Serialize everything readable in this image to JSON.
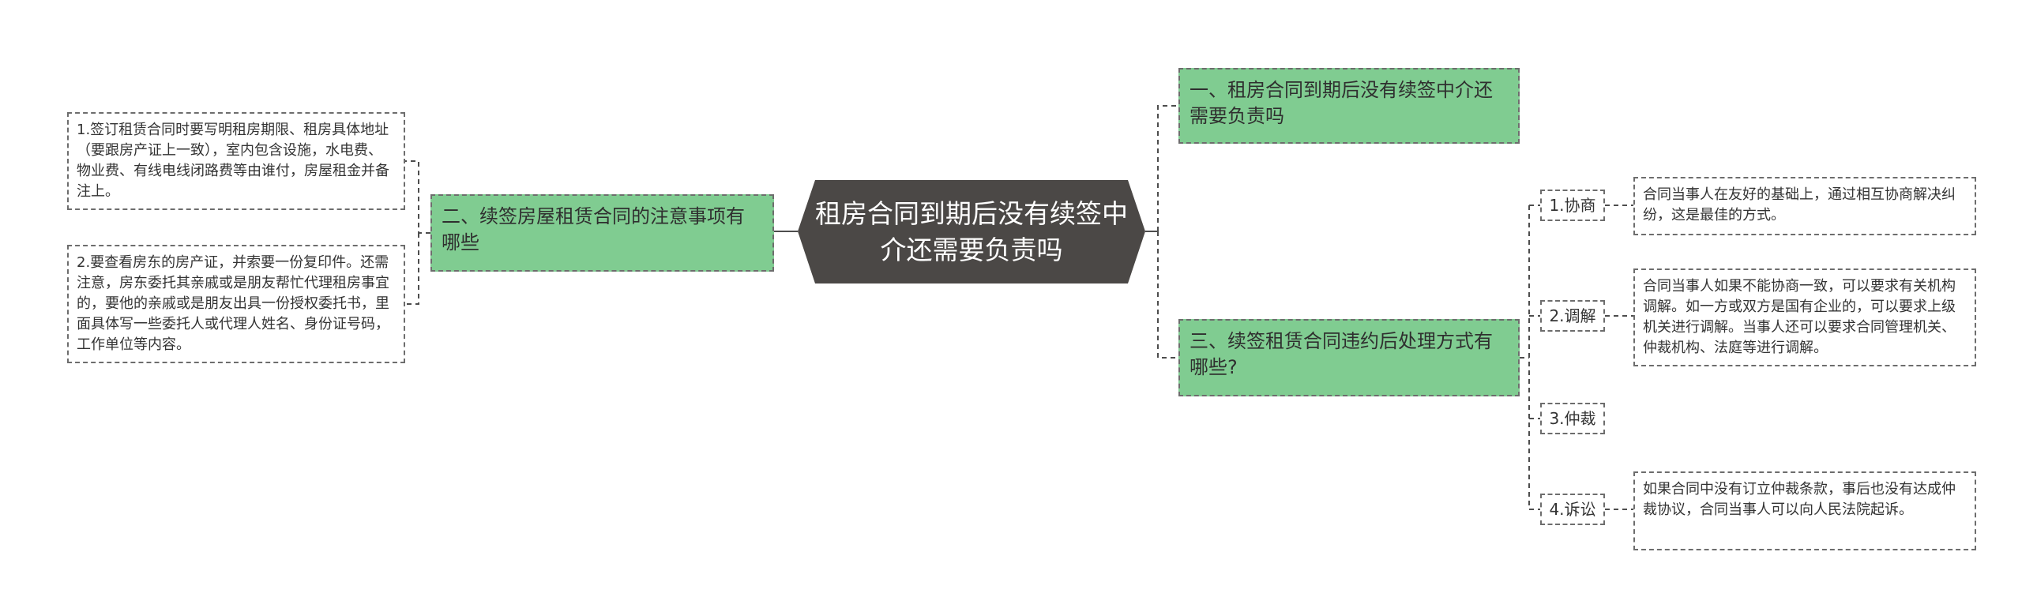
{
  "central": {
    "title": "租房合同到期后没有续签中介还需要负责吗"
  },
  "branches": [
    {
      "id": "b1",
      "label": "一、租房合同到期后没有续签中介还需要负责吗"
    },
    {
      "id": "b2",
      "label": "二、续签房屋租赁合同的注意事项有哪些"
    },
    {
      "id": "b3",
      "label": "三、续签租赁合同违约后处理方式有哪些?"
    }
  ],
  "notes": [
    {
      "id": "l1",
      "text": "1.签订租赁合同时要写明租房期限、租房具体地址（要跟房产证上一致），室内包含设施，水电费、物业费、有线电线闭路费等由谁付，房屋租金并备注上。"
    },
    {
      "id": "l2",
      "text": "2.要查看房东的房产证，并索要一份复印件。还需注意，房东委托其亲戚或是朋友帮忙代理租房事宜的，要他的亲戚或是朋友出具一份授权委托书，里面具体写一些委托人或代理人姓名、身份证号码，工作单位等内容。"
    }
  ],
  "methods": [
    {
      "id": "s1",
      "label": "1.协商",
      "detail": "合同当事人在友好的基础上，通过相互协商解决纠纷，这是最佳的方式。"
    },
    {
      "id": "s2",
      "label": "2.调解",
      "detail": "合同当事人如果不能协商一致，可以要求有关机构调解。如一方或双方是国有企业的，可以要求上级机关进行调解。当事人还可以要求合同管理机关、仲裁机构、法庭等进行调解。"
    },
    {
      "id": "s3",
      "label": "3.仲裁"
    },
    {
      "id": "s4",
      "label": "4.诉讼",
      "detail": "如果合同中没有订立仲裁条款，事后也没有达成仲裁协议，合同当事人可以向人民法院起诉。"
    }
  ],
  "colors": {
    "central_fill": "#4b4846",
    "branch_fill": "#80cc91",
    "border": "#6d6d6d",
    "connector": "#4d4d4d"
  }
}
